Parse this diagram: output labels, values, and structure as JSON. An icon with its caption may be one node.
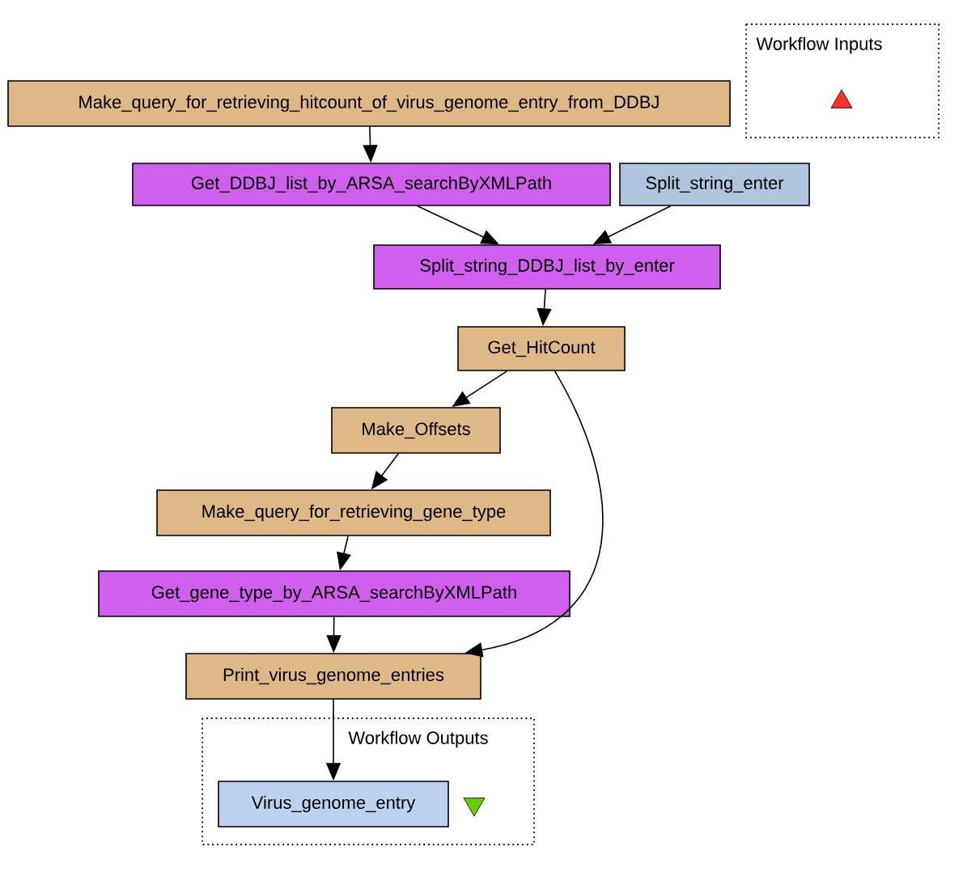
{
  "diagram": {
    "nodes": [
      {
        "text": [
          "Workflow Inputs"
        ]
      },
      {
        "text": [],
        "shape": "triangle",
        "in": 0
      },
      {
        "text": [
          "Make_query_for_retrieving_hitcount_of_virus_genome_entry_from_DDBJ"
        ]
      },
      {
        "text": [
          "Get_DDBJ_list_by_ARSA_searchByXMLPath"
        ]
      },
      {
        "text": [
          "Split_string_enter"
        ]
      },
      {
        "text": [
          "Split_string_DDBJ_list_by_enter"
        ]
      },
      {
        "text": [
          "Get_HitCount"
        ]
      },
      {
        "text": [
          "Make_Offsets"
        ]
      },
      {
        "text": [
          "Make_query_for_retrieving_gene_type"
        ]
      },
      {
        "text": [
          "Get_gene_type_by_ARSA_searchByXMLPath"
        ]
      },
      {
        "text": [
          "Print_virus_genome_entries"
        ]
      },
      {
        "text": [
          "Workflow Outputs"
        ]
      },
      {
        "text": [
          "Virus_genome_entry"
        ],
        "in": 11
      },
      {
        "text": [],
        "shape": "triangle",
        "in": 11
      }
    ],
    "edges": [
      {
        "from": 2,
        "to": 3,
        "arrow": "to"
      },
      {
        "from": 3,
        "to": 5,
        "arrow": "to"
      },
      {
        "from": 4,
        "to": 5,
        "arrow": "to"
      },
      {
        "from": 5,
        "to": 6,
        "arrow": "to"
      },
      {
        "from": 6,
        "to": 7,
        "arrow": "to"
      },
      {
        "from": 6,
        "to": 10,
        "arrow": "to"
      },
      {
        "from": 7,
        "to": 8,
        "arrow": "to"
      },
      {
        "from": 8,
        "to": 9,
        "arrow": "to"
      },
      {
        "from": 9,
        "to": 10,
        "arrow": "to"
      },
      {
        "from": 10,
        "to": 12,
        "arrow": "to"
      }
    ]
  }
}
